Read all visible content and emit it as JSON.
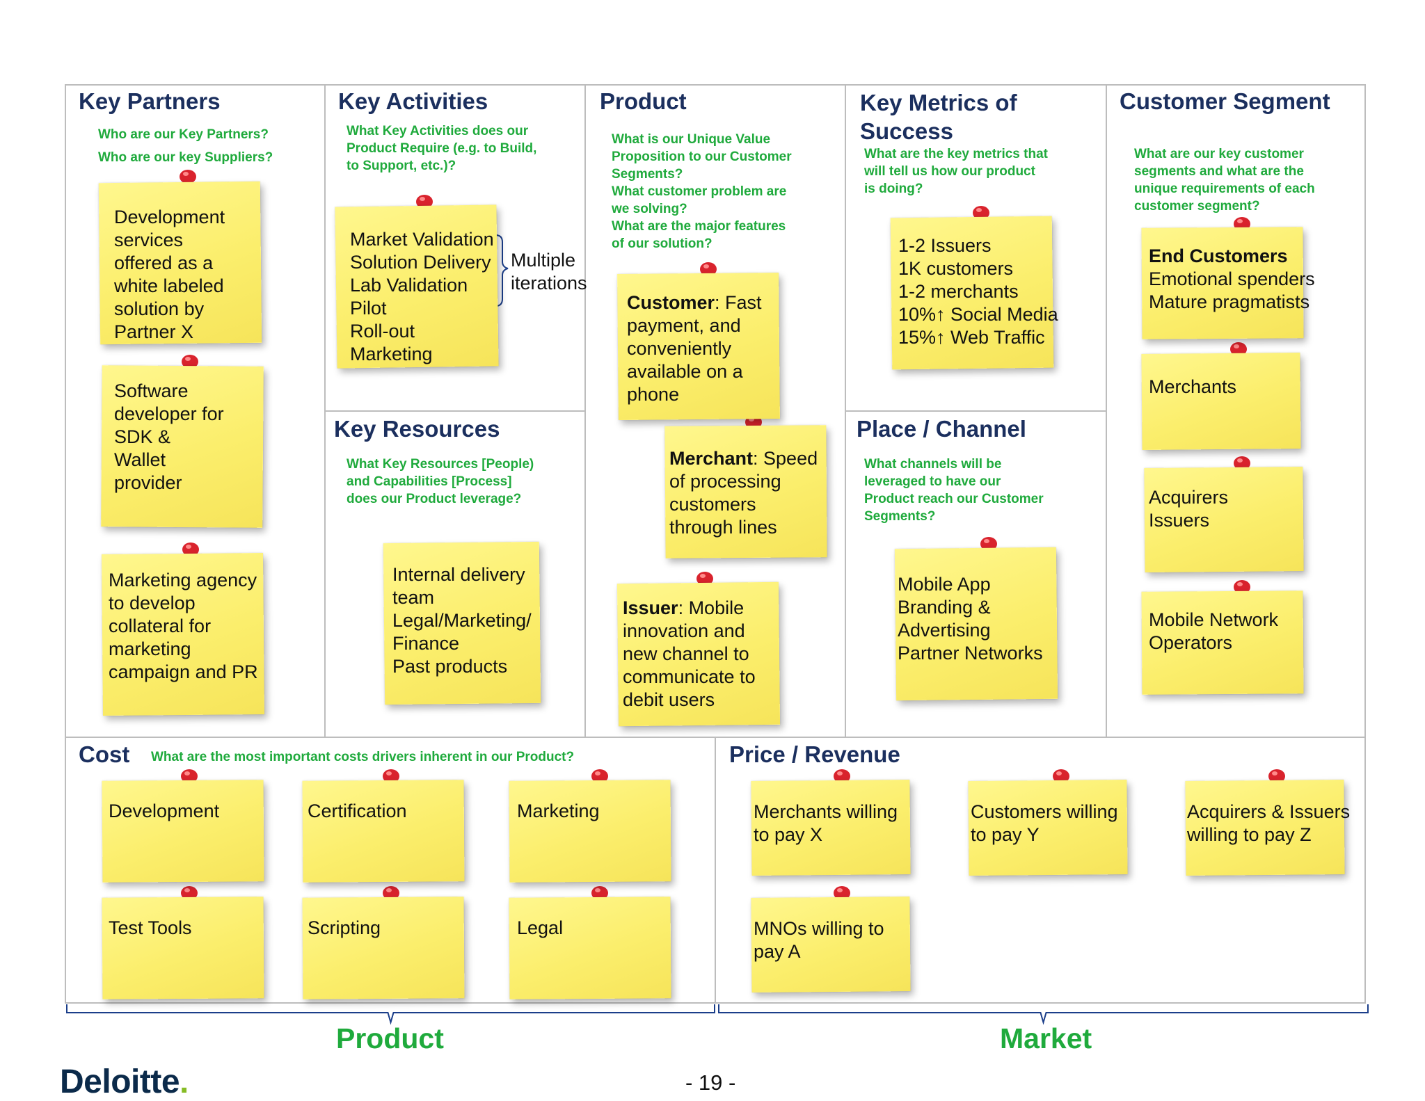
{
  "sections": {
    "key_partners": {
      "title": "Key Partners",
      "questions": "Who are our Key Partners?\nWho are our key Suppliers?"
    },
    "key_activities": {
      "title": "Key Activities",
      "questions": "What Key Activities does our\nProduct Require (e.g. to Build,\nto Support, etc.)?"
    },
    "product": {
      "title": "Product",
      "questions": "What is our Unique Value\nProposition to our Customer\nSegments?\nWhat customer problem are\nwe solving?\nWhat are the major features\nof our solution?"
    },
    "key_metrics": {
      "title": "Key Metrics of\nSuccess",
      "questions": "What are the key metrics that\nwill tell us how our product\nis doing?"
    },
    "customer_segment": {
      "title": "Customer Segment",
      "questions": "What are our key customer\nsegments and what are the\nunique requirements of each\ncustomer segment?"
    },
    "key_resources": {
      "title": "Key Resources",
      "questions": "What Key Resources [People)\nand Capabilities  [Process]\ndoes our Product leverage?"
    },
    "place_channel": {
      "title": "Place / Channel",
      "questions": "What channels will be\nleveraged to have our\nProduct reach our Customer\nSegments?"
    },
    "cost": {
      "title": "Cost",
      "questions": "What are the most important costs drivers inherent in our Product?"
    },
    "price_revenue": {
      "title": "Price / Revenue"
    }
  },
  "notes": {
    "kp1": "Development\nservices\noffered as a\nwhite labeled\nsolution by\nPartner X",
    "kp2": "Software\ndeveloper for\nSDK &\nWallet\nprovider",
    "kp3": "Marketing agency\nto develop\ncollateral for\nmarketing\ncampaign and PR",
    "ka1": "Market Validation\nSolution Delivery\nLab Validation\nPilot\nRoll-out\nMarketing",
    "kr1": "Internal delivery\nteam\nLegal/Marketing/\nFinance\nPast products",
    "prod_customer_label": "Customer",
    "prod_customer_text": ": Fast\npayment, and\nconveniently\navailable on a\nphone",
    "prod_merchant_label": "Merchant",
    "prod_merchant_text": ": Speed\nof processing\ncustomers\nthrough lines",
    "prod_issuer_label": "Issuer",
    "prod_issuer_text": ": Mobile\ninnovation and\nnew channel to\ncommunicate to\ndebit users",
    "km1": "1-2 Issuers\n1K customers\n1-2 merchants\n10%↑ Social Media\n15%↑ Web Traffic",
    "pc1": "Mobile App\nBranding &\nAdvertising\nPartner Networks",
    "cs1_label": "End Customers",
    "cs1_text": "Emotional spenders\nMature pragmatists",
    "cs2": "Merchants",
    "cs3": "Acquirers\nIssuers",
    "cs4": "Mobile Network\nOperators",
    "cost1": "Development",
    "cost2": "Certification",
    "cost3": "Marketing",
    "cost4": "Test Tools",
    "cost5": "Scripting",
    "cost6": "Legal",
    "pr1": "Merchants willing\nto pay X",
    "pr2": "Customers willing\nto pay Y",
    "pr3": "Acquirers & Issuers\nwilling to pay Z",
    "pr4": "MNOs willing to\npay A"
  },
  "iterations_label": "Multiple\niterations",
  "bottom": {
    "product": "Product",
    "market": "Market"
  },
  "logo": {
    "text": "Deloitte",
    "dot": "."
  },
  "page_number": "- 19 -",
  "colors": {
    "title": "#1b2f5e",
    "question": "#1faa3c",
    "note": "#fbee6c",
    "pin": "#d9232d",
    "logo": "#0b2a4a",
    "logo_dot": "#86bc25"
  }
}
